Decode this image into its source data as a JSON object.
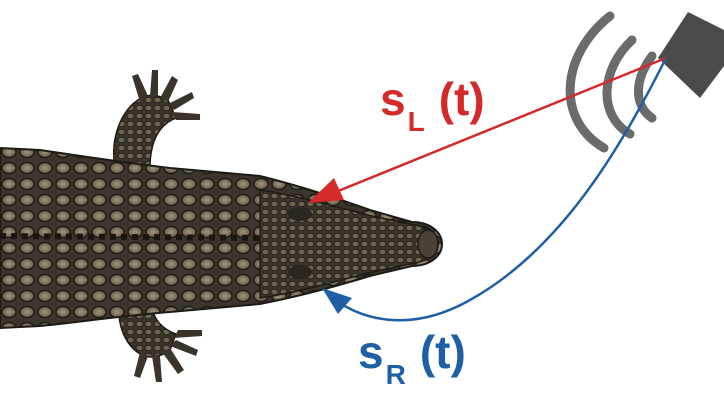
{
  "diagram": {
    "left_signal": {
      "symbol": "s",
      "subscript": "L",
      "argument": "(t)",
      "color": "#d42a2a"
    },
    "right_signal": {
      "symbol": "s",
      "subscript": "R",
      "argument": "(t)",
      "color": "#1f5fa6"
    },
    "icons": {
      "source": "speaker-icon",
      "receiver": "crocodile-icon"
    },
    "colors": {
      "speaker": "#4a4a4a",
      "sound_waves": "#6b6b6b",
      "croc_dark": "#2e2a24",
      "croc_mid": "#4f4638",
      "croc_light": "#8a7e69"
    }
  }
}
